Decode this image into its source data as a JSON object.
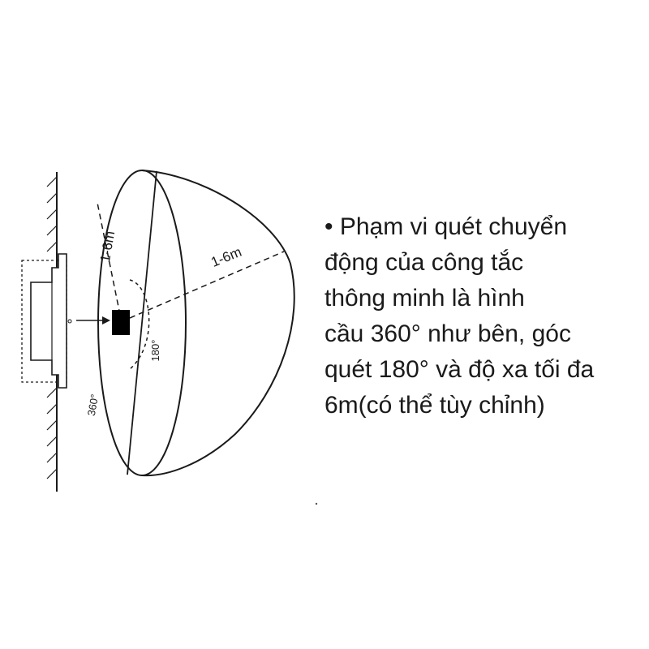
{
  "diagram": {
    "labels": {
      "range_vertical": "1-6m",
      "range_horizontal": "1-6m",
      "angle_inner": "180°",
      "angle_outer": "360°"
    }
  },
  "description": {
    "lines": [
      "• Phạm vi quét chuyển",
      "động của công tắc",
      "thông minh là hình",
      "cầu 360° như bên,  góc",
      "quét 180° và độ xa tối đa",
      "6m(có thể tùy chỉnh)"
    ]
  },
  "colors": {
    "line": "#1a1a1a",
    "sensor": "#000000",
    "background": "#ffffff"
  }
}
